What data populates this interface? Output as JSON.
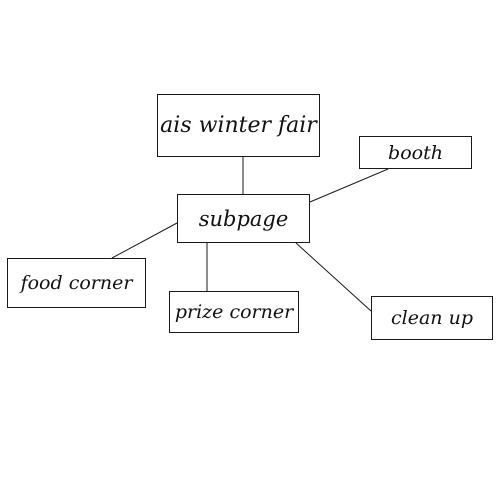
{
  "diagram": {
    "nodes": {
      "title": "ais winter fair",
      "booth": "booth",
      "subpage": "subpage",
      "food": "food corner",
      "prize": "prize corner",
      "clean": "clean up"
    },
    "edges": [
      {
        "from": "subpage",
        "to": "ais winter fair"
      },
      {
        "from": "subpage",
        "to": "booth"
      },
      {
        "from": "subpage",
        "to": "food corner"
      },
      {
        "from": "subpage",
        "to": "prize corner"
      },
      {
        "from": "subpage",
        "to": "clean up"
      }
    ],
    "colors": {
      "line": "#1a1a1a",
      "text": "#111111",
      "background": "#ffffff"
    }
  }
}
